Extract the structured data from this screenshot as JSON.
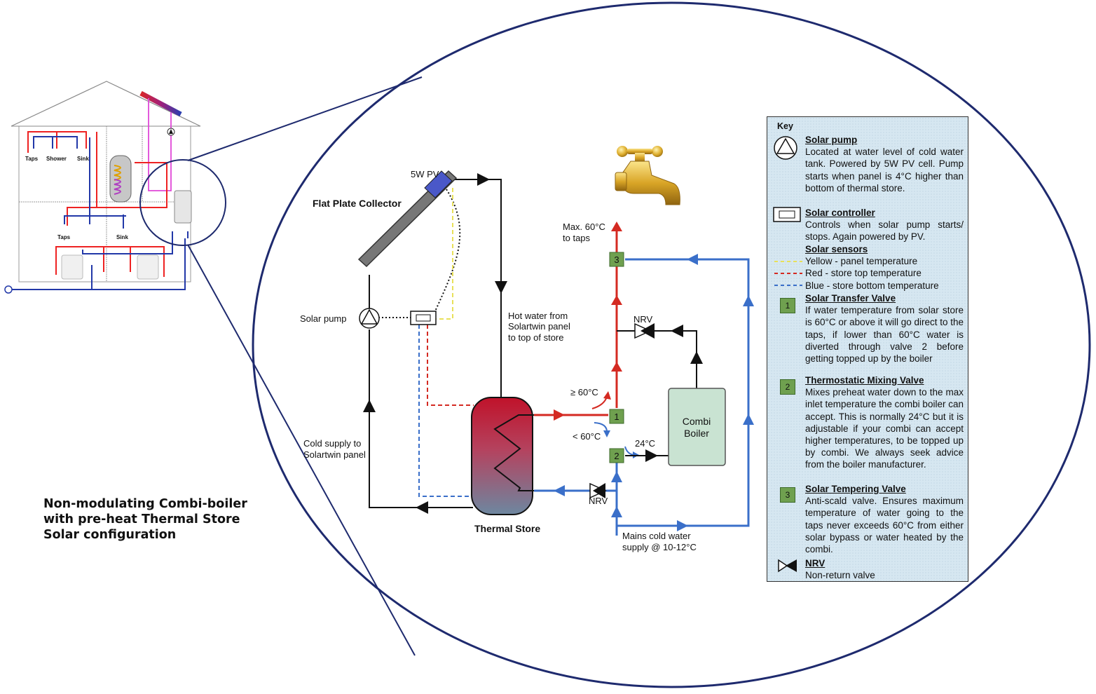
{
  "caption": {
    "line1": "Non-modulating Combi-boiler",
    "line2": "with pre-heat Thermal Store",
    "line3": "Solar configuration"
  },
  "house": {
    "taps_upper": "Taps",
    "shower": "Shower",
    "sink_upper": "Sink",
    "taps_lower": "Taps",
    "sink_lower": "Sink"
  },
  "diagram": {
    "pv_label": "5W PV",
    "collector_label": "Flat  Plate Collector",
    "solar_pump_label": "Solar pump",
    "hot_water_label": [
      "Hot water from",
      "Solartwin panel",
      "to top of store"
    ],
    "cold_supply_label": [
      "Cold supply to",
      "Solartwin panel"
    ],
    "thermal_store_label": "Thermal Store",
    "max_temp_label": [
      "Max. 60°C",
      "to taps"
    ],
    "nrv_top": "NRV",
    "nrv_bottom": "NRV",
    "ge60": "≥ 60°C",
    "lt60": "< 60°C",
    "t24": "24°C",
    "combi_label": [
      "Combi",
      "Boiler"
    ],
    "mains_label": [
      "Mains cold water",
      "supply @ 10-12°C"
    ],
    "valve1": "1",
    "valve2": "2",
    "valve3": "3"
  },
  "key": {
    "title": "Key",
    "solar_pump": {
      "heading": "Solar pump",
      "text": "Located at water level of cold water tank. Powered by 5W PV cell. Pump starts when panel is 4°C higher than bottom of thermal store."
    },
    "solar_controller": {
      "heading": "Solar controller",
      "text": "Controls when solar pump starts/ stops. Again powered by PV."
    },
    "solar_sensors": {
      "heading": "Solar sensors",
      "yellow": "Yellow - panel temperature",
      "red": "Red - store top temperature",
      "blue": "Blue - store bottom temperature"
    },
    "valve1": {
      "number": "1",
      "heading": "Solar Transfer Valve",
      "text": "If water temperature from solar store is 60°C or above it will go direct to the taps, if lower than 60°C water is diverted through valve 2 before getting topped up by the boiler"
    },
    "valve2": {
      "number": "2",
      "heading": "Thermostatic Mixing Valve",
      "text": "Mixes preheat water down to the max inlet temperature the combi boiler can accept. This is normally 24°C but it is adjustable if your combi can accept higher temperatures, to be topped up by combi. We always seek advice from the boiler manufacturer."
    },
    "valve3": {
      "number": "3",
      "heading": "Solar Tempering Valve",
      "text": "Anti-scald valve. Ensures maximum temperature of water going to the taps never exceeds 60°C from either solar bypass or water heated by the combi."
    },
    "nrv": {
      "heading": "NRV",
      "text": "Non-return valve"
    }
  },
  "colors": {
    "hot": "#d42a22",
    "cold": "#3a6fc9",
    "outline": "#1e2a6e",
    "sensor_yellow": "#e8e05a",
    "valve_green": "#6fa04f",
    "boiler_fill": "#c9e3d2"
  },
  "icons": [
    "pump-icon",
    "controller-icon",
    "tap-icon",
    "nrv-icon",
    "coil-icon"
  ]
}
